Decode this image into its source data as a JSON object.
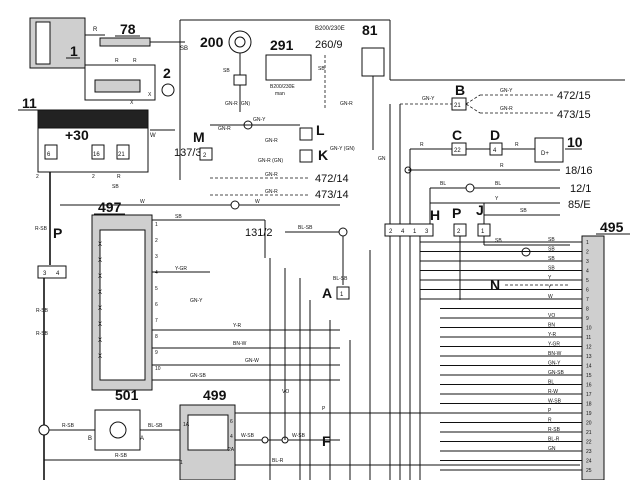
{
  "components": {
    "c1": "1",
    "c78": "78",
    "c2": "2",
    "c11": "11",
    "c30": "+30",
    "c200": "200",
    "c291": "291",
    "c291_sub": "B200/230E\nman",
    "c291_sub1": "B200/230E",
    "c291_sub2": "man",
    "c260_head": "B200/230E",
    "c260": "260/9",
    "c81": "81",
    "c497": "497",
    "c501": "501",
    "c499": "499",
    "c495": "495",
    "c10": "10",
    "c10_body": "D+"
  },
  "letters": {
    "B": "B",
    "C": "C",
    "D": "D",
    "M": "M",
    "L": "L",
    "K": "K",
    "H": "H",
    "P1": "P",
    "J": "J",
    "N": "N",
    "A": "A",
    "F": "F",
    "P2": "P",
    "B_num": "21",
    "C_num": "22",
    "D_num": "4",
    "M_num": "2",
    "A_num": "1",
    "P1_num": "2",
    "J_num": "1"
  },
  "refs": {
    "r472_15": "472/15",
    "r473_15": "473/15",
    "r18_16": "18/16",
    "r12_1": "12/1",
    "r85_E": "85/E",
    "r472_14": "472/14",
    "r473_14": "473/14",
    "r137_3": "137/3",
    "r131_2": "131/2"
  },
  "pins": {
    "p11_6": "6",
    "p11_16": "16",
    "p11_21": "21",
    "pH_2": "2",
    "pH_4": "4",
    "pH_1": "1",
    "pH_3": "3",
    "pP_3": "3",
    "pP_4": "4",
    "p499_1A": "1A",
    "p499_2A": "2A",
    "p499_6": "6",
    "p499_4": "4",
    "p499_1": "1",
    "p501_B": "B",
    "p501_A": "A"
  },
  "wires": {
    "R": "R",
    "SB": "SB",
    "W": "W",
    "GN_Y": "GN-Y",
    "GN_R": "GN-R",
    "GN_R_GN": "GN-R (GN)",
    "GN_Y_GN": "GN-Y (GN)",
    "GN": "GN",
    "BL": "BL",
    "Y": "Y",
    "R_SB": "R-SB",
    "BL_SB": "BL-SB",
    "Y_GR": "Y-GR",
    "GN_Y2": "GN-Y",
    "Y_R": "Y-R",
    "BN_W": "BN-W",
    "GN_W": "GN-W",
    "GN_SB": "GN-SB",
    "VO": "VO",
    "W_SB": "W-SB",
    "BL_R": "BL-R",
    "P": "P",
    "X": "X",
    "two": "2"
  },
  "connector495": {
    "pins": [
      "1",
      "2",
      "3",
      "4",
      "5",
      "6",
      "7",
      "8",
      "9",
      "10",
      "11",
      "12",
      "13",
      "14",
      "15",
      "16",
      "17",
      "18",
      "19",
      "20",
      "21",
      "22",
      "23",
      "24",
      "25"
    ],
    "wires": [
      "SB",
      "SB",
      "SB",
      "SB",
      "Y",
      "Y",
      "W",
      "",
      "VO",
      "BN",
      "Y-R",
      "Y-GR",
      "BN-W",
      "GN-Y",
      "GN-SB",
      "BL",
      "R-W",
      "W-SB",
      "P",
      "R",
      "R-SB",
      "BL-R",
      "GN",
      "",
      ""
    ]
  },
  "connector497": {
    "pins": [
      "1",
      "2",
      "3",
      "4",
      "5",
      "6",
      "7",
      "8",
      "9",
      "10"
    ]
  }
}
